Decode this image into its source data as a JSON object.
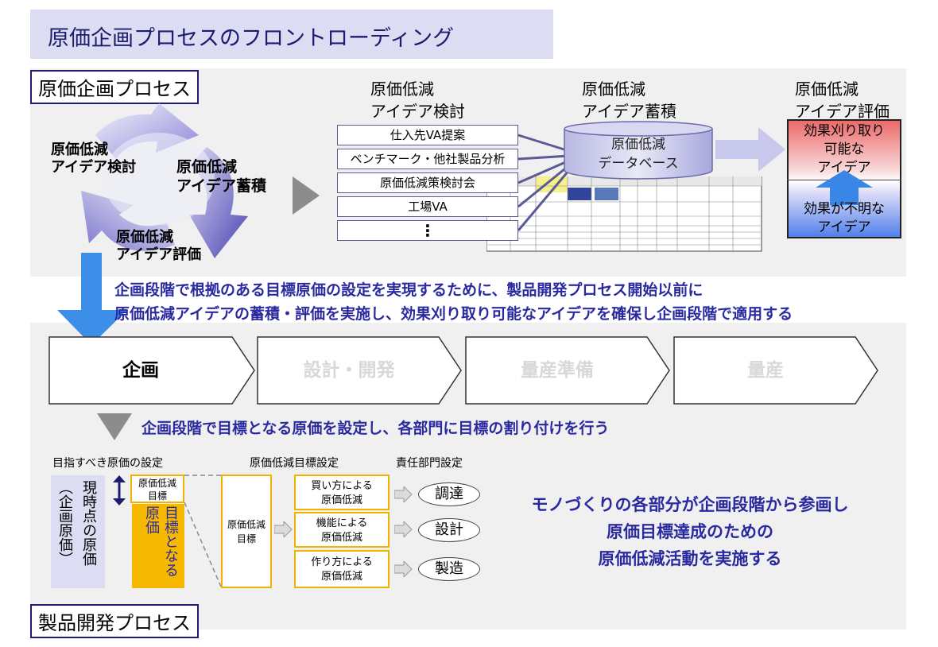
{
  "title": "原価企画プロセスのフロントローディング",
  "section_top_label": "原価企画プロセス",
  "section_bottom_label": "製品開発プロセス",
  "cycle": {
    "item1": [
      "原価低減",
      "アイデア検討"
    ],
    "item2": [
      "原価低減",
      "アイデア蓄積"
    ],
    "item3": [
      "原価低減",
      "アイデア評価"
    ]
  },
  "idea_study": {
    "header": [
      "原価低減",
      "アイデア検討"
    ],
    "sources": [
      "仕入先VA提案",
      "ベンチマーク・他社製品分析",
      "原価低減策検討会",
      "工場VA",
      "⋮"
    ]
  },
  "idea_store": {
    "header": [
      "原価低減",
      "アイデア蓄積"
    ],
    "database": [
      "原価低減",
      "データベース"
    ]
  },
  "idea_eval": {
    "header": [
      "原価低減",
      "アイデア評価"
    ],
    "effective": [
      "効果刈り取り",
      "可能な",
      "アイデア"
    ],
    "unclear": [
      "効果が不明な",
      "アイデア"
    ]
  },
  "statement": [
    "企画段階で根拠のある目標原価の設定を実現するために、製品開発プロセス開始以前に",
    "原価低減アイデアの蓄積・評価を実施し、効果刈り取り可能なアイデアを確保し企画段階で適用する"
  ],
  "stages": [
    "企画",
    "設計・開発",
    "量産準備",
    "量産"
  ],
  "stage_note": "企画段階で目標となる原価を設定し、各部門に目標の割り付けを行う",
  "target": {
    "col1_header": "目指すべき原価の設定",
    "col2_header": "原価低減目標設定",
    "col3_header": "責任部門設定",
    "current_cost": "現時点の原価",
    "current_cost_paren": "（企画原価）",
    "reduction_target": [
      "原価低減",
      "目標"
    ],
    "target_cost": "目標となる原価",
    "target_box": [
      "原価低減",
      "目標"
    ],
    "methods": [
      [
        "買い方による",
        "原価低減"
      ],
      [
        "機能による",
        "原価低減"
      ],
      [
        "作り方による",
        "原価低減"
      ]
    ],
    "departments": [
      "調達",
      "設計",
      "製造"
    ]
  },
  "conclusion": [
    "モノづくりの各部分が企画段階から参画し",
    "原価目標達成のための",
    "原価低減活動を実施する"
  ],
  "colors": {
    "accent_navy": "#1c1c70",
    "arrow_blue": "#3d8ee8",
    "cycle_purple": "#6e68c8",
    "highlight_orange": "#f6b800",
    "text_blue": "#2a2aa0"
  }
}
